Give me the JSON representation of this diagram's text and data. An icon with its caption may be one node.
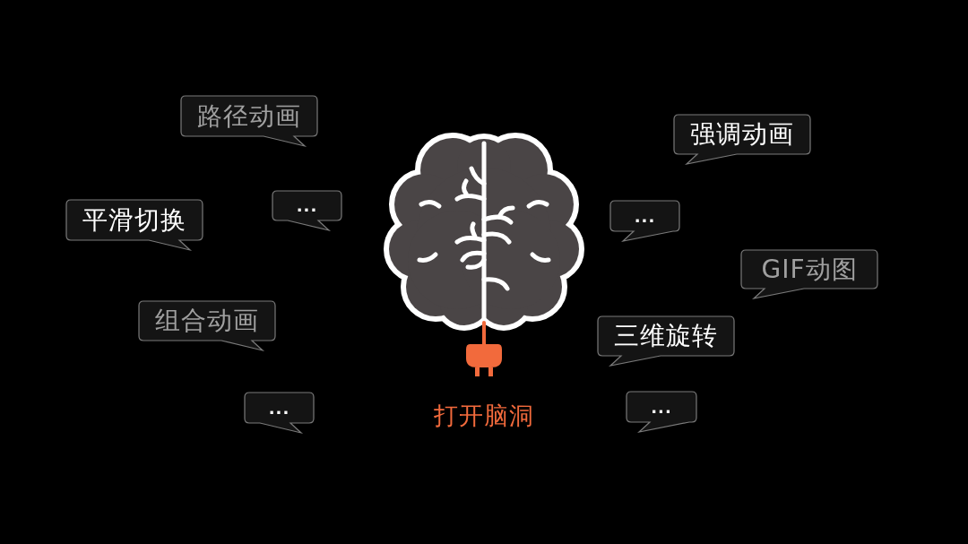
{
  "diagram": {
    "nodes": [
      {
        "text": [
          "路径动画"
        ]
      },
      {
        "text": [
          "强调动画"
        ]
      },
      {
        "text": [
          "..."
        ]
      },
      {
        "text": [
          "..."
        ]
      },
      {
        "text": [
          "平滑切换"
        ]
      },
      {
        "text": [
          "GIF动图"
        ]
      },
      {
        "text": [
          "组合动画"
        ]
      },
      {
        "text": [
          "三维旋转"
        ]
      },
      {
        "text": [
          "..."
        ]
      },
      {
        "text": [
          "..."
        ]
      }
    ],
    "labels": [
      "打开脑洞"
    ]
  }
}
